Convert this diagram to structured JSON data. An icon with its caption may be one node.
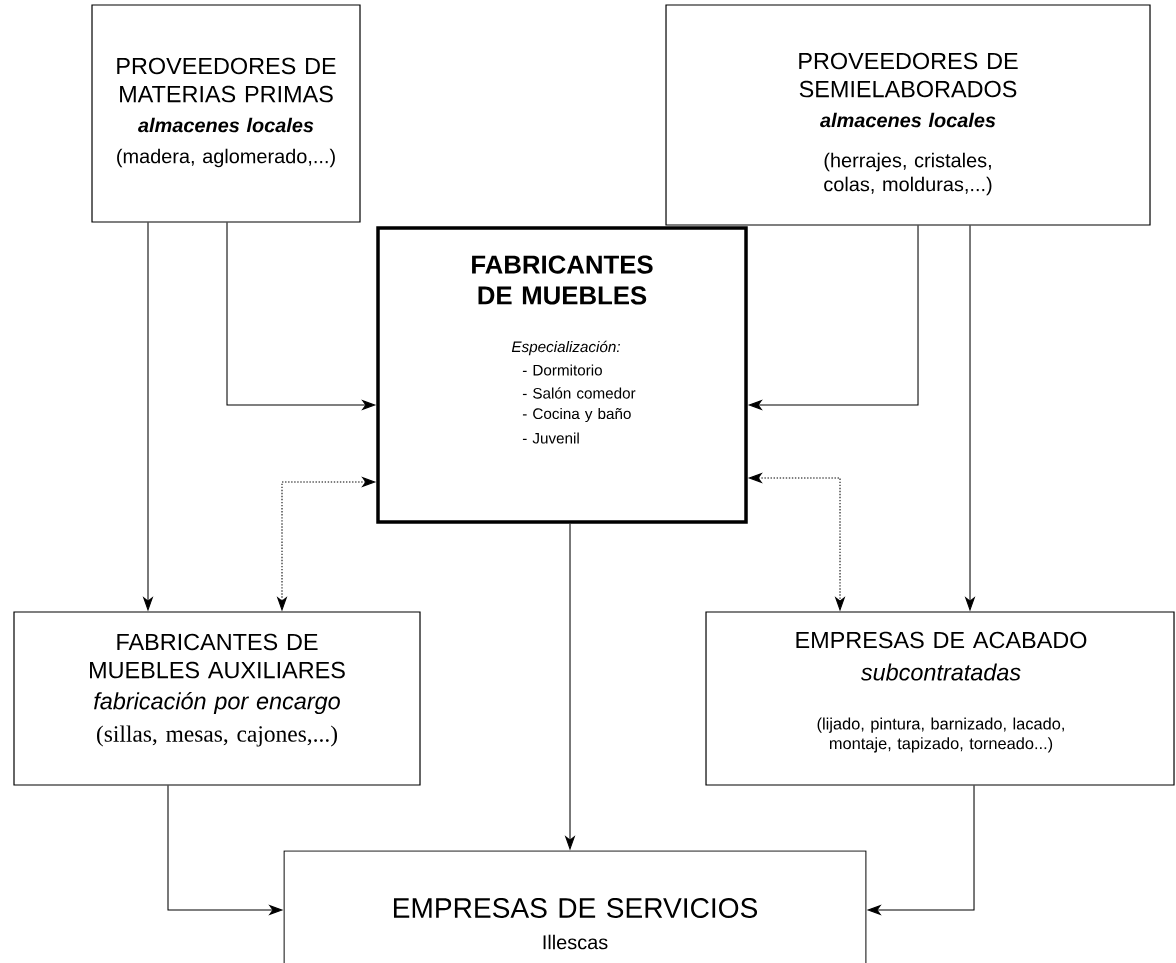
{
  "diagram": {
    "nodes": [
      {
        "text": [
          "PROVEEDORES DE MATERIAS PRIMAS",
          "almacenes locales",
          "(madera, aglomerado,...)"
        ]
      },
      {
        "text": [
          "PROVEEDORES DE SEMIELABORADOS",
          "almacenes locales",
          "(herrajes, cristales, colas, molduras,...)"
        ]
      },
      {
        "text": [
          "FABRICANTES DE MUEBLES",
          "Especialización:",
          "- Dormitorio",
          "- Salón comedor",
          "- Cocina y baño",
          "- Juvenil"
        ]
      },
      {
        "text": [
          "FABRICANTES DE MUEBLES AUXILIARES",
          "fabricación por encargo",
          "(sillas, mesas, cajones,...)"
        ]
      },
      {
        "text": [
          "EMPRESAS DE ACABADO",
          "subcontratadas",
          "(lijado, pintura, barnizado, lacado, montaje, tapizado, torneado...)"
        ]
      },
      {
        "text": [
          "EMPRESAS DE SERVICIOS",
          "Illescas"
        ]
      }
    ],
    "edges": [
      {
        "from": 0,
        "to": 3,
        "arrow": "to"
      },
      {
        "from": 0,
        "to": 2,
        "arrow": "to"
      },
      {
        "from": 1,
        "to": 2,
        "arrow": "to"
      },
      {
        "from": 1,
        "to": 4,
        "arrow": "to"
      },
      {
        "from": 2,
        "to": 3,
        "arrow": "both",
        "style": "dashed"
      },
      {
        "from": 2,
        "to": 4,
        "arrow": "both",
        "style": "dashed"
      },
      {
        "from": 2,
        "to": 5,
        "arrow": "to"
      },
      {
        "from": 3,
        "to": 5,
        "arrow": "to"
      },
      {
        "from": 4,
        "to": 5,
        "arrow": "to"
      }
    ]
  }
}
